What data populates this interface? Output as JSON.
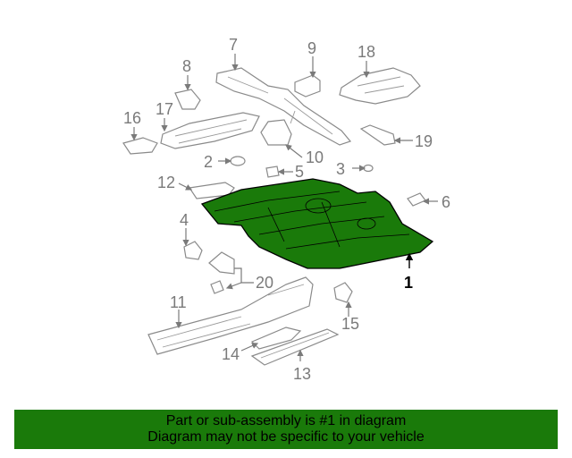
{
  "callouts": {
    "c1": "1",
    "c2": "2",
    "c3": "3",
    "c4": "4",
    "c5": "5",
    "c6": "6",
    "c7": "7",
    "c8": "8",
    "c9": "9",
    "c10": "10",
    "c11": "11",
    "c12": "12",
    "c13": "13",
    "c14": "14",
    "c15": "15",
    "c16": "16",
    "c17": "17",
    "c18": "18",
    "c19": "19",
    "c20": "20"
  },
  "highlight_color": "#1a7a0a",
  "banner": {
    "line1": "Part or sub-assembly is #1 in diagram",
    "line2": "Diagram may not be specific to your vehicle"
  }
}
